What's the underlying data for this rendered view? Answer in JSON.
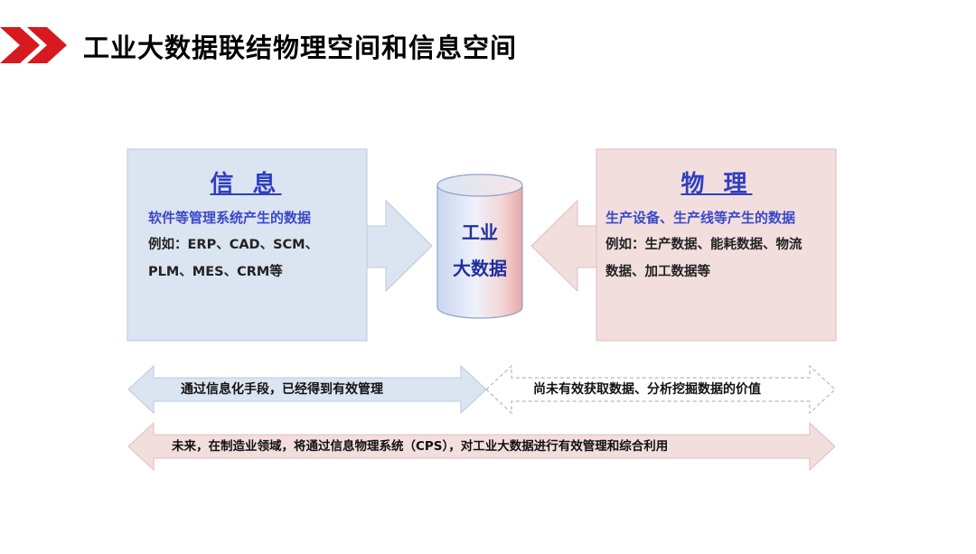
{
  "header": {
    "title": "工业大数据联结物理空间和信息空间"
  },
  "info_panel": {
    "heading": "信 息",
    "subtitle": "软件等管理系统产生的数据",
    "example_line1": "例如：ERP、CAD、SCM、",
    "example_line2": "PLM、MES、CRM等"
  },
  "physical_panel": {
    "heading": "物 理",
    "subtitle": "生产设备、生产线等产生的数据",
    "example_line1": "例如：生产数据、能耗数据、物流",
    "example_line2": "数据、加工数据等"
  },
  "database": {
    "line1": "工业",
    "line2": "大数据"
  },
  "arrows": {
    "managed": "通过信息化手段，已经得到有效管理",
    "unmanaged": "尚未有效获取数据、分析挖掘数据的价值",
    "future": "未来，在制造业领域，将通过信息物理系统（CPS），对工业大数据进行有效管理和综合利用"
  },
  "colors": {
    "accent_red": "#d71920",
    "info_blue": "#dbe4f1",
    "physical_pink": "#f3dede",
    "heading_blue": "#2f3fbf"
  }
}
